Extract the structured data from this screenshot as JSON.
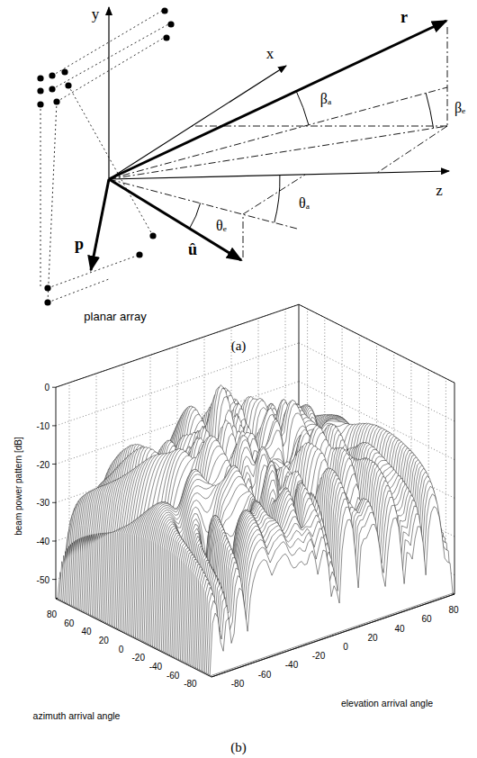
{
  "diagram": {
    "labels": [
      "y",
      "x",
      "r",
      "βₐ",
      "βₑ",
      "z",
      "p",
      "θₑ",
      "û",
      "θₐ",
      "planar array",
      "(a)",
      "beam power pattern [dB]",
      "0",
      "-10",
      "-20",
      "-30",
      "-40",
      "-50",
      "80",
      "60",
      "40",
      "20",
      "0",
      "-20",
      "-40",
      "-60",
      "-80",
      "-80",
      "-60",
      "-40",
      "-20",
      "0",
      "20",
      "40",
      "60",
      "80",
      "azimuth arrival angle",
      "elevation arrival angle",
      "(b)"
    ]
  }
}
